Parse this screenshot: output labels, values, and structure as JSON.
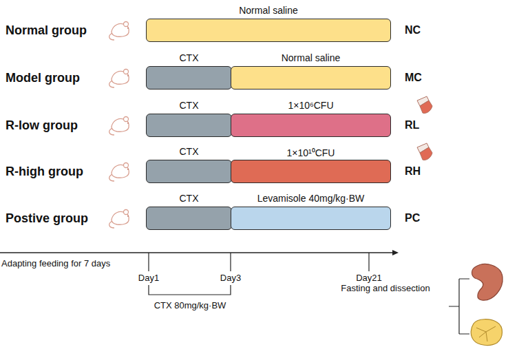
{
  "diagram": {
    "nodes": [
      {
        "text": [
          "Normal saline"
        ]
      },
      {
        "text": [
          "CTX"
        ]
      },
      {
        "text": [
          "Normal saline"
        ]
      },
      {
        "text": [
          "CTX"
        ]
      },
      {
        "text": [
          "1×10⁶CFU"
        ]
      },
      {
        "text": [
          "CTX"
        ]
      },
      {
        "text": [
          "1×10¹⁰CFU"
        ]
      },
      {
        "text": [
          "CTX"
        ]
      },
      {
        "text": [
          "Levamisole 40mg/kg·BW"
        ]
      }
    ],
    "labels": [
      "Normal group",
      "NC",
      "Model group",
      "MC",
      "R-low group",
      "RL",
      "R-high group",
      "RH",
      "Postive group",
      "PC",
      "Adapting feeding for 7 days",
      "Day1",
      "Day3",
      "Day21",
      "Fasting and dissection",
      "CTX 80mg/kg·BW"
    ]
  }
}
